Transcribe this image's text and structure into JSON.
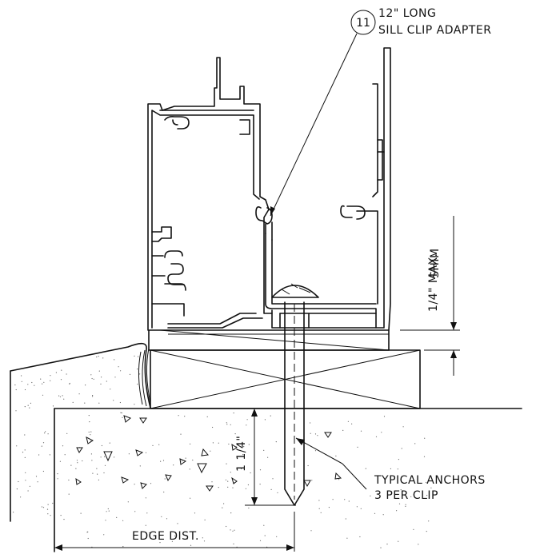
{
  "callout": {
    "number": "11",
    "line1": "12\" LONG",
    "line2": "SILL CLIP ADAPTER"
  },
  "dimensions": {
    "shim_max": "1/4\" MAX.",
    "shim": "SHIM",
    "embed": "1 1/4\"",
    "edge": "EDGE DIST."
  },
  "note": {
    "line1": "TYPICAL ANCHORS",
    "line2": "3 PER CLIP"
  }
}
